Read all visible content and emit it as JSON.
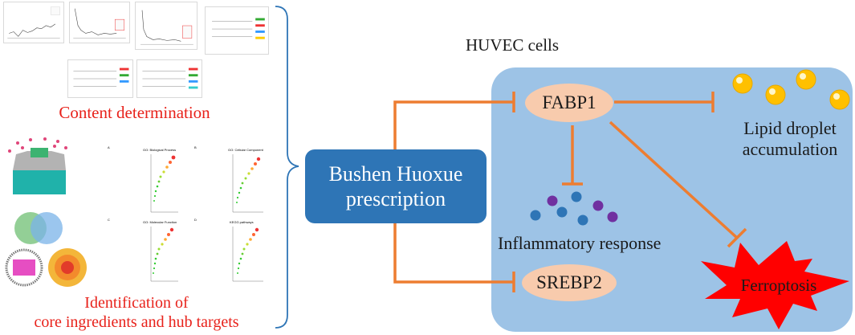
{
  "left_panel": {
    "content_title": "Content determination",
    "identification_line1": "Identification of",
    "identification_line2": "core ingredients and hub targets",
    "go_panels": [
      {
        "tag": "A",
        "title": "GO: Biological Process"
      },
      {
        "tag": "B",
        "title": "GO: Cellular Component"
      },
      {
        "tag": "C",
        "title": "GO: Molecular Function"
      },
      {
        "tag": "D",
        "title": "KEGG pathways"
      }
    ]
  },
  "center": {
    "prescription_line1": "Bushen Huoxue",
    "prescription_line2": "prescription"
  },
  "cell": {
    "title": "HUVEC cells",
    "fabp1": "FABP1",
    "srebp2": "SREBP2",
    "lipid_line1": "Lipid droplet",
    "lipid_line2": "accumulation",
    "inflammatory": "Inflammatory response",
    "ferroptosis": "Ferroptosis"
  },
  "colors": {
    "cell_fill": "#9dc3e6",
    "box_fill": "#2e75b6",
    "pill_fill": "#f8cbad",
    "inhibit_arrow": "#ed7d31",
    "red_text": "#e8221b",
    "ferroptosis_star": "#ff0000",
    "lipid_drop": "#ffc000",
    "blue_dot": "#2e75b6",
    "purple_dot": "#7030a0"
  }
}
